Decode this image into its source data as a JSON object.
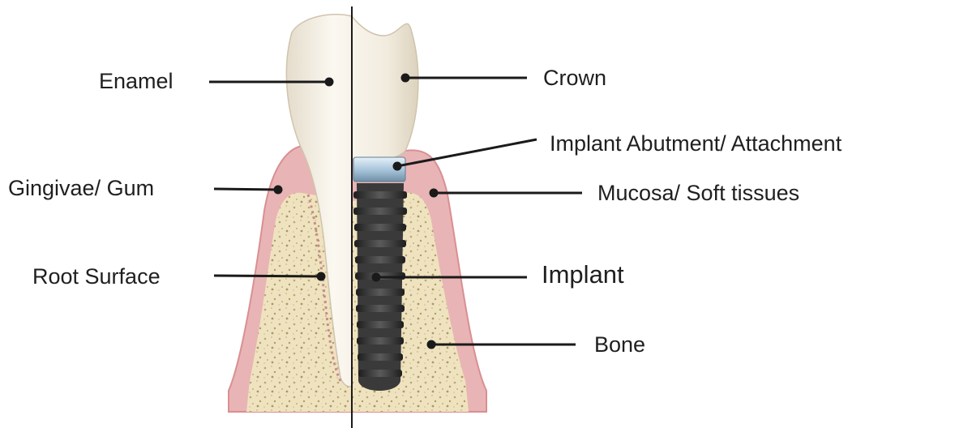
{
  "labels": {
    "enamel": "Enamel",
    "gingivae": "Gingivae/ Gum",
    "root_surface": "Root Surface",
    "crown": "Crown",
    "abutment": "Implant Abutment/ Attachment",
    "mucosa": "Mucosa/ Soft tissues",
    "implant": "Implant",
    "bone": "Bone"
  },
  "colors": {
    "gum": "#e9b4b5",
    "gum_edge": "#d98f92",
    "bone": "#efe3bf",
    "tooth": "#f4efe4",
    "implant_dark": "#2f2f2f",
    "abutment": "#a9c6dc",
    "line": "#1a1a1a"
  }
}
